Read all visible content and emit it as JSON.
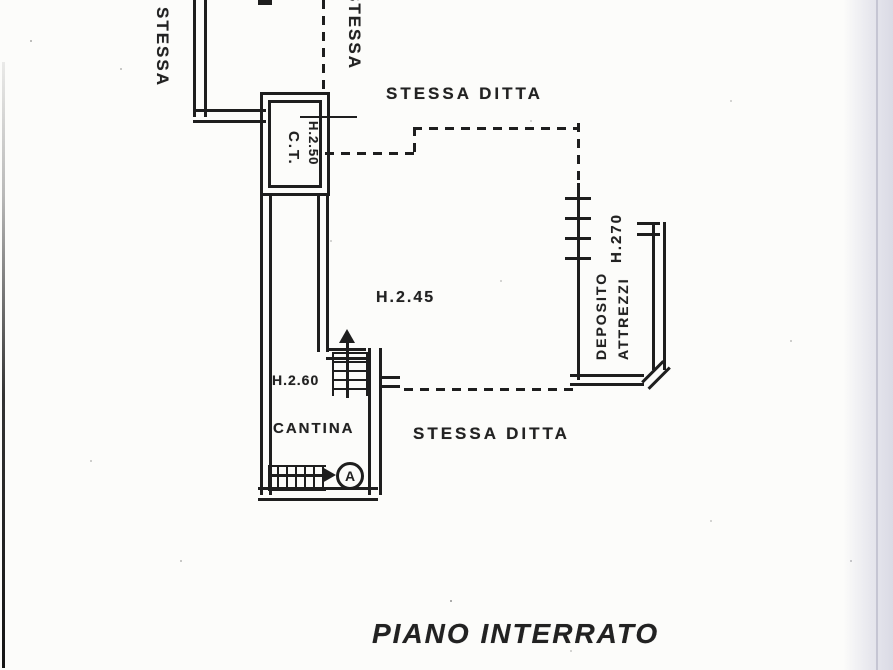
{
  "document": {
    "kind": "cadastral floor plan scan",
    "caption": "PIANO  INTERRATO"
  },
  "labels": {
    "stessa_left": "STESSA",
    "stessa_top_right": "STESSA",
    "stessa_ditta_upper": "STESSA  DITTA",
    "stessa_ditta_lower": "STESSA  DITTA",
    "boiler_room": "C.T.",
    "boiler_room_height": "H.2.50",
    "main_area_height": "H.2.45",
    "cellar": "CANTINA",
    "cellar_height": "H.2.60",
    "storage_line1": "DEPOSITO",
    "storage_line2": "ATTREZZI",
    "storage_height": "H.270",
    "stair_marker": "A"
  }
}
